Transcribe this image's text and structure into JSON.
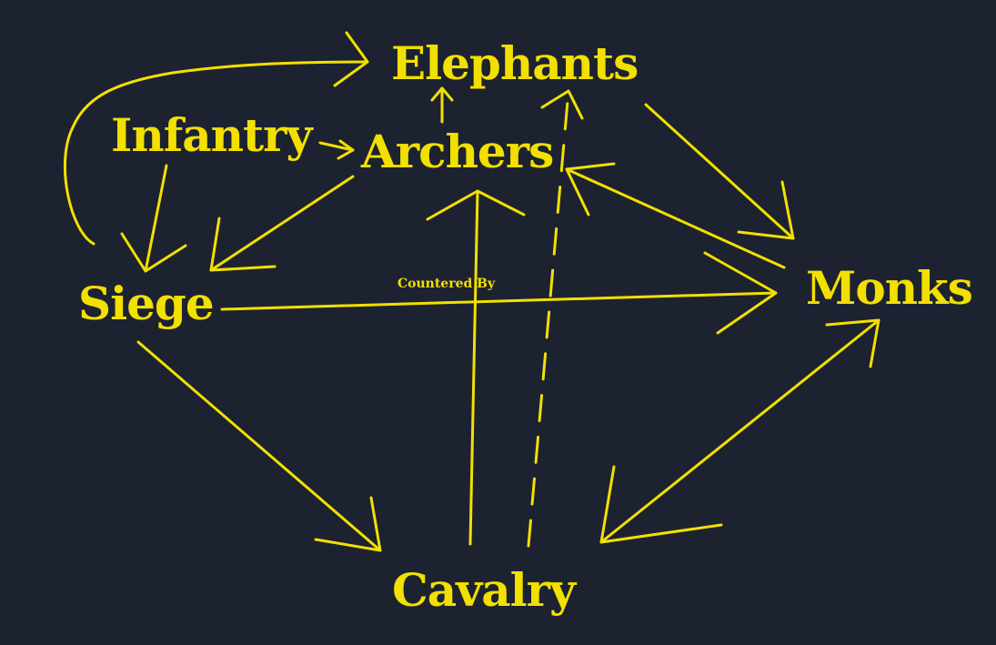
{
  "nodes": {
    "elephants": "Elephants",
    "infantry": "Infantry",
    "archers": "Archers",
    "siege": "Siege",
    "monks": "Monks",
    "cavalry": "Cavalry"
  },
  "legend": "Countered By",
  "colors": {
    "background": "#1d2230",
    "ink": "#f2e000"
  },
  "edges": [
    {
      "from": "siege",
      "to": "elephants"
    },
    {
      "from": "infantry",
      "to": "archers"
    },
    {
      "from": "archers",
      "to": "elephants"
    },
    {
      "from": "infantry",
      "to": "siege"
    },
    {
      "from": "archers",
      "to": "siege"
    },
    {
      "from": "siege",
      "to": "monks"
    },
    {
      "from": "siege",
      "to": "cavalry"
    },
    {
      "from": "elephants",
      "to": "monks"
    },
    {
      "from": "monks",
      "to": "archers"
    },
    {
      "from": "cavalry",
      "to": "archers"
    },
    {
      "from": "cavalry",
      "to": "elephants"
    },
    {
      "from": "cavalry",
      "to": "monks"
    },
    {
      "from": "monks",
      "to": "cavalry"
    }
  ]
}
